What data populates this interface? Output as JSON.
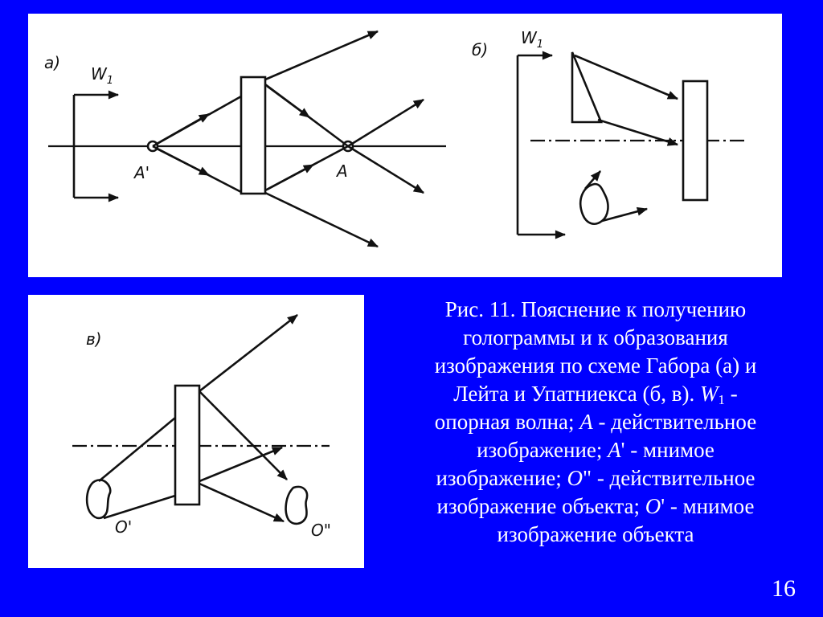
{
  "figure_a": {
    "panel_label": "а)",
    "wave_label": "W",
    "wave_subscript": "1",
    "virtual_point_label": "A'",
    "real_point_label": "A"
  },
  "figure_b": {
    "panel_label": "б)",
    "wave_label": "W",
    "wave_subscript": "1"
  },
  "figure_c": {
    "panel_label": "в)",
    "virtual_object_label": "O'",
    "real_object_label": "O\""
  },
  "caption": {
    "line1": "Рис. 11. Пояснение к получению",
    "line2": "голограммы и к образования",
    "line3": "изображения по схеме Габора (а) и",
    "line4_text": "Лейта и Упатниекса (б, в). ",
    "line4_symbol": "W",
    "line4_subscript": "1",
    "line4_suffix": " -",
    "line5_text": "опорная волна; ",
    "line5_symbol": "A",
    "line5_suffix": " - действительное",
    "line6_text": "изображение; ",
    "line6_symbol": "A",
    "line6_suffix": "' - мнимое",
    "line7_text": "изображение; ",
    "line7_symbol": "O",
    "line7_suffix": "\" - действительное",
    "line8_text": "изображение объекта; ",
    "line8_symbol": "O",
    "line8_suffix": "' - мнимое",
    "line9": "изображение объекта"
  },
  "slide": {
    "number": "16"
  },
  "colors": {
    "background": "#0000FF",
    "panel": "#FFFFFF",
    "ink": "#111111",
    "caption_text": "#FFFFFF"
  }
}
